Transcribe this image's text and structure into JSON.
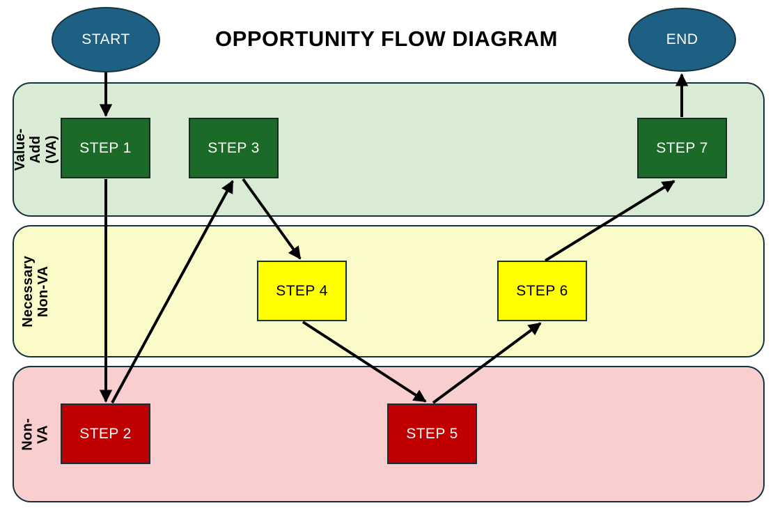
{
  "title": "OPPORTUNITY FLOW DIAGRAM",
  "terminators": {
    "start": {
      "label": "START",
      "fill": "#1E6084"
    },
    "end": {
      "label": "END",
      "fill": "#1E6084"
    }
  },
  "lanes": [
    {
      "id": "value-add",
      "label": "Value-Add (VA)",
      "fill": "#DAEBD5"
    },
    {
      "id": "necessary-non-va",
      "label": "Necessary\nNon-VA",
      "fill": "#FBFBC9"
    },
    {
      "id": "non-va",
      "label": "Non-VA",
      "fill": "#F9CECE"
    }
  ],
  "nodes": {
    "step1": {
      "label": "STEP 1",
      "lane": "Value-Add (VA)",
      "fill": "#1B6A28",
      "text_color": "#FFFFFF"
    },
    "step2": {
      "label": "STEP 2",
      "lane": "Non-VA",
      "fill": "#C00000",
      "text_color": "#FFFFFF"
    },
    "step3": {
      "label": "STEP 3",
      "lane": "Value-Add (VA)",
      "fill": "#1B6A28",
      "text_color": "#FFFFFF"
    },
    "step4": {
      "label": "STEP 4",
      "lane": "Necessary Non-VA",
      "fill": "#FFFF00",
      "text_color": "#000000"
    },
    "step5": {
      "label": "STEP 5",
      "lane": "Non-VA",
      "fill": "#C00000",
      "text_color": "#FFFFFF"
    },
    "step6": {
      "label": "STEP 6",
      "lane": "Necessary Non-VA",
      "fill": "#FFFF00",
      "text_color": "#000000"
    },
    "step7": {
      "label": "STEP 7",
      "lane": "Value-Add (VA)",
      "fill": "#1B6A28",
      "text_color": "#FFFFFF"
    }
  },
  "edges": [
    {
      "from": "START",
      "to": "STEP 1"
    },
    {
      "from": "STEP 1",
      "to": "STEP 2"
    },
    {
      "from": "STEP 2",
      "to": "STEP 3"
    },
    {
      "from": "STEP 3",
      "to": "STEP 4"
    },
    {
      "from": "STEP 4",
      "to": "STEP 5"
    },
    {
      "from": "STEP 5",
      "to": "STEP 6"
    },
    {
      "from": "STEP 6",
      "to": "STEP 7"
    },
    {
      "from": "STEP 7",
      "to": "END"
    }
  ],
  "colors": {
    "terminator_fill": "#1E6084",
    "value_add_node": "#1B6A28",
    "necessary_non_va_node": "#FFFF00",
    "non_va_node": "#C00000",
    "lane_value_add": "#DAEBD5",
    "lane_necessary_non_va": "#FBFBC9",
    "lane_non_va": "#F9CECE",
    "outline": "#12303E",
    "arrow": "#000000",
    "background": "#FFFFFF"
  }
}
